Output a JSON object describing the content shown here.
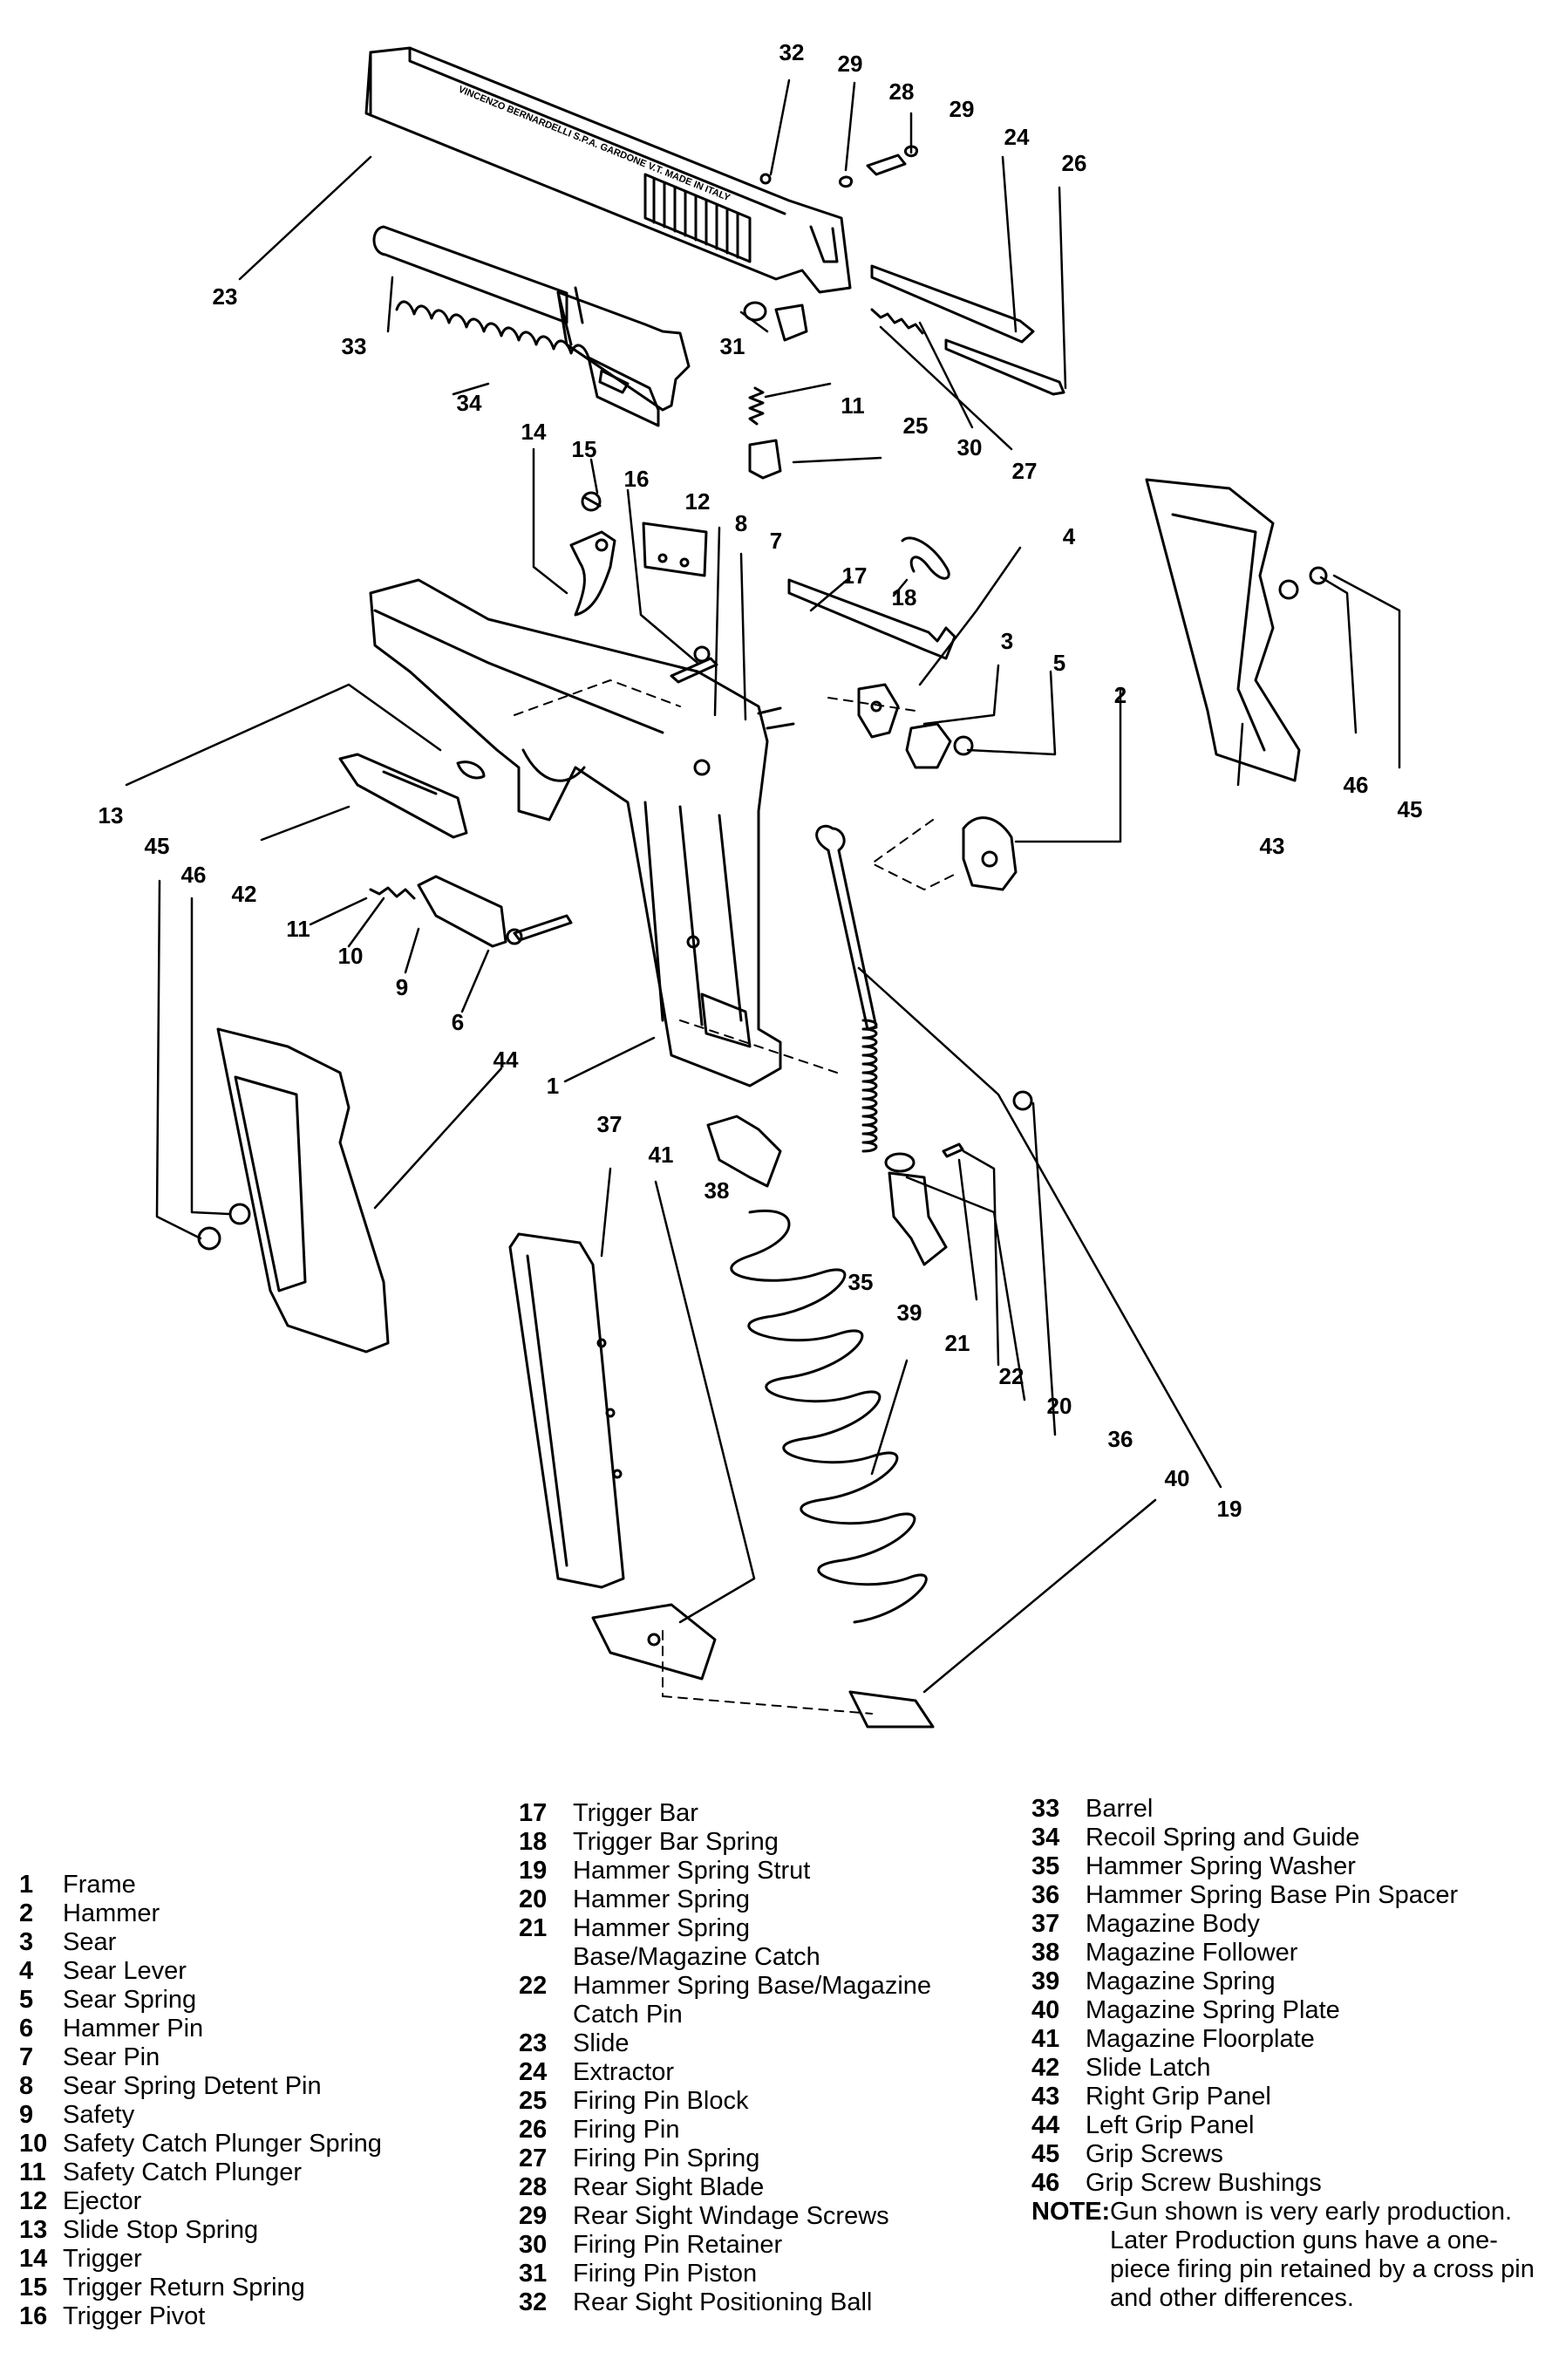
{
  "callouts": [
    "1",
    "2",
    "3",
    "4",
    "5",
    "6",
    "7",
    "8",
    "9",
    "10",
    "11",
    "11",
    "12",
    "13",
    "14",
    "15",
    "16",
    "17",
    "18",
    "19",
    "20",
    "21",
    "22",
    "23",
    "24",
    "25",
    "26",
    "27",
    "28",
    "29",
    "29",
    "30",
    "31",
    "32",
    "33",
    "34",
    "35",
    "36",
    "37",
    "38",
    "39",
    "40",
    "41",
    "42",
    "43",
    "44",
    "45",
    "45",
    "46",
    "46"
  ],
  "legend": {
    "col1": [
      {
        "num": "1",
        "name": "Frame"
      },
      {
        "num": "2",
        "name": "Hammer"
      },
      {
        "num": "3",
        "name": "Sear"
      },
      {
        "num": "4",
        "name": "Sear Lever"
      },
      {
        "num": "5",
        "name": "Sear Spring"
      },
      {
        "num": "6",
        "name": "Hammer Pin"
      },
      {
        "num": "7",
        "name": "Sear Pin"
      },
      {
        "num": "8",
        "name": "Sear Spring Detent Pin"
      },
      {
        "num": "9",
        "name": "Safety"
      },
      {
        "num": "10",
        "name": "Safety Catch Plunger Spring"
      },
      {
        "num": "11",
        "name": "Safety Catch Plunger"
      },
      {
        "num": "12",
        "name": "Ejector"
      },
      {
        "num": "13",
        "name": "Slide Stop Spring"
      },
      {
        "num": "14",
        "name": "Trigger"
      },
      {
        "num": "15",
        "name": "Trigger Return Spring"
      },
      {
        "num": "16",
        "name": "Trigger Pivot"
      }
    ],
    "col2": [
      {
        "num": "17",
        "name": "Trigger Bar"
      },
      {
        "num": "18",
        "name": "Trigger Bar Spring"
      },
      {
        "num": "19",
        "name": "Hammer Spring Strut"
      },
      {
        "num": "20",
        "name": "Hammer Spring"
      },
      {
        "num": "21",
        "name": "Hammer Spring Base/Magazine Catch"
      },
      {
        "num": "22",
        "name": "Hammer Spring Base/Magazine Catch Pin"
      },
      {
        "num": "23",
        "name": "Slide"
      },
      {
        "num": "24",
        "name": "Extractor"
      },
      {
        "num": "25",
        "name": "Firing Pin Block"
      },
      {
        "num": "26",
        "name": "Firing Pin"
      },
      {
        "num": "27",
        "name": "Firing Pin Spring"
      },
      {
        "num": "28",
        "name": "Rear Sight Blade"
      },
      {
        "num": "29",
        "name": "Rear Sight Windage Screws"
      },
      {
        "num": "30",
        "name": "Firing Pin Retainer"
      },
      {
        "num": "31",
        "name": "Firing Pin Piston"
      },
      {
        "num": "32",
        "name": "Rear Sight Positioning Ball"
      }
    ],
    "col3": [
      {
        "num": "33",
        "name": "Barrel"
      },
      {
        "num": "34",
        "name": "Recoil Spring and Guide"
      },
      {
        "num": "35",
        "name": "Hammer Spring Washer"
      },
      {
        "num": "36",
        "name": "Hammer Spring Base Pin Spacer"
      },
      {
        "num": "37",
        "name": "Magazine Body"
      },
      {
        "num": "38",
        "name": "Magazine Follower"
      },
      {
        "num": "39",
        "name": "Magazine Spring"
      },
      {
        "num": "40",
        "name": "Magazine Spring Plate"
      },
      {
        "num": "41",
        "name": "Magazine Floorplate"
      },
      {
        "num": "42",
        "name": "Slide Latch"
      },
      {
        "num": "43",
        "name": "Right Grip Panel"
      },
      {
        "num": "44",
        "name": "Left Grip Panel"
      },
      {
        "num": "45",
        "name": "Grip Screws"
      },
      {
        "num": "46",
        "name": "Grip Screw Bushings"
      }
    ],
    "note_label": "NOTE:",
    "note_text": "Gun shown is very early production. Later Production guns have a one-piece firing pin retained by a cross pin and other differences."
  },
  "slide_engraving": "VINCENZO BERNARDELLI S.P.A. GARDONE V.T. MADE IN ITALY"
}
